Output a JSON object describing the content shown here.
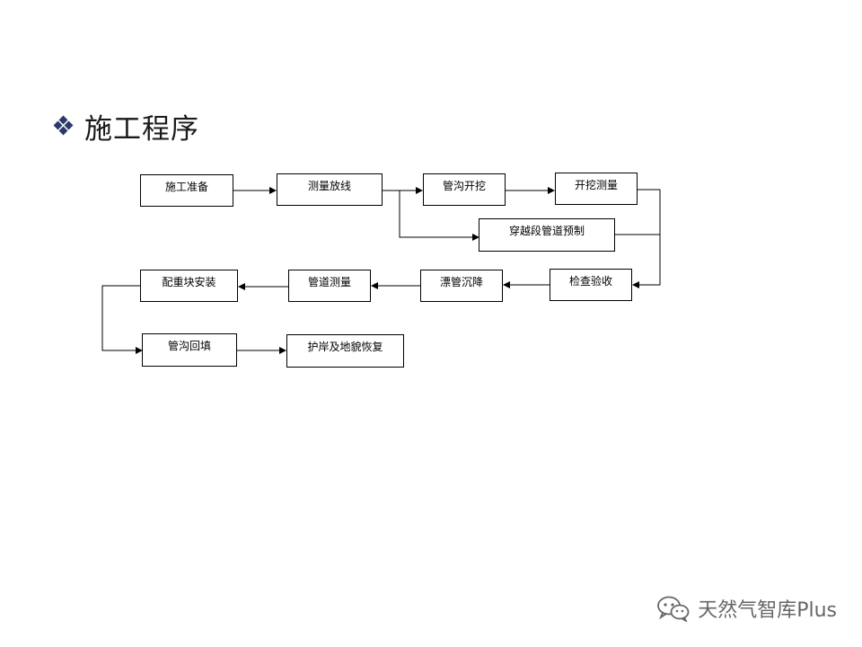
{
  "header": {
    "title": "施工程序"
  },
  "flow": {
    "nodes": {
      "prep": "施工准备",
      "survey": "测量放线",
      "trench": "管沟开挖",
      "trench_survey": "开挖测量",
      "prefab": "穿越段管道预制",
      "inspect": "检查验收",
      "sink": "漂管沉降",
      "pipe_survey": "管道测量",
      "weight": "配重块安装",
      "backfill": "管沟回填",
      "restore": "护岸及地貌恢复"
    }
  },
  "watermark": {
    "text": "天然气智库Plus",
    "icon": "wechat-icon"
  }
}
